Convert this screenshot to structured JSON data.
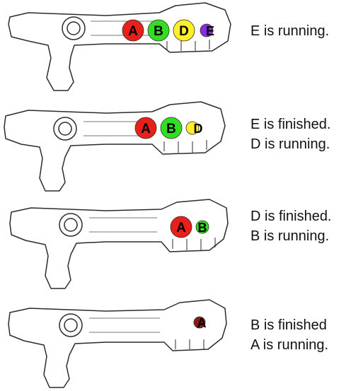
{
  "colors": {
    "red": "#e8201c",
    "green": "#33dd22",
    "yellow": "#ffef2a",
    "purple": "#8a2be2",
    "dark_red": "#8b1c12",
    "outline": "#2b2b2b"
  },
  "panels": [
    {
      "balls": [
        {
          "label": "A",
          "color": "red"
        },
        {
          "label": "B",
          "color": "green"
        },
        {
          "label": "D",
          "color": "yellow"
        },
        {
          "label": "E",
          "color": "purple"
        }
      ],
      "caption": [
        "E is running."
      ]
    },
    {
      "balls": [
        {
          "label": "A",
          "color": "red"
        },
        {
          "label": "B",
          "color": "green"
        },
        {
          "label": "D",
          "color": "yellow"
        }
      ],
      "caption": [
        "E is finished.",
        "D is running."
      ]
    },
    {
      "balls": [
        {
          "label": "A",
          "color": "red"
        },
        {
          "label": "B",
          "color": "green"
        }
      ],
      "caption": [
        "D is finished.",
        "B is running."
      ]
    },
    {
      "balls": [
        {
          "label": "A",
          "color": "dark_red"
        }
      ],
      "caption": [
        "B is finished",
        "A is running."
      ]
    }
  ]
}
